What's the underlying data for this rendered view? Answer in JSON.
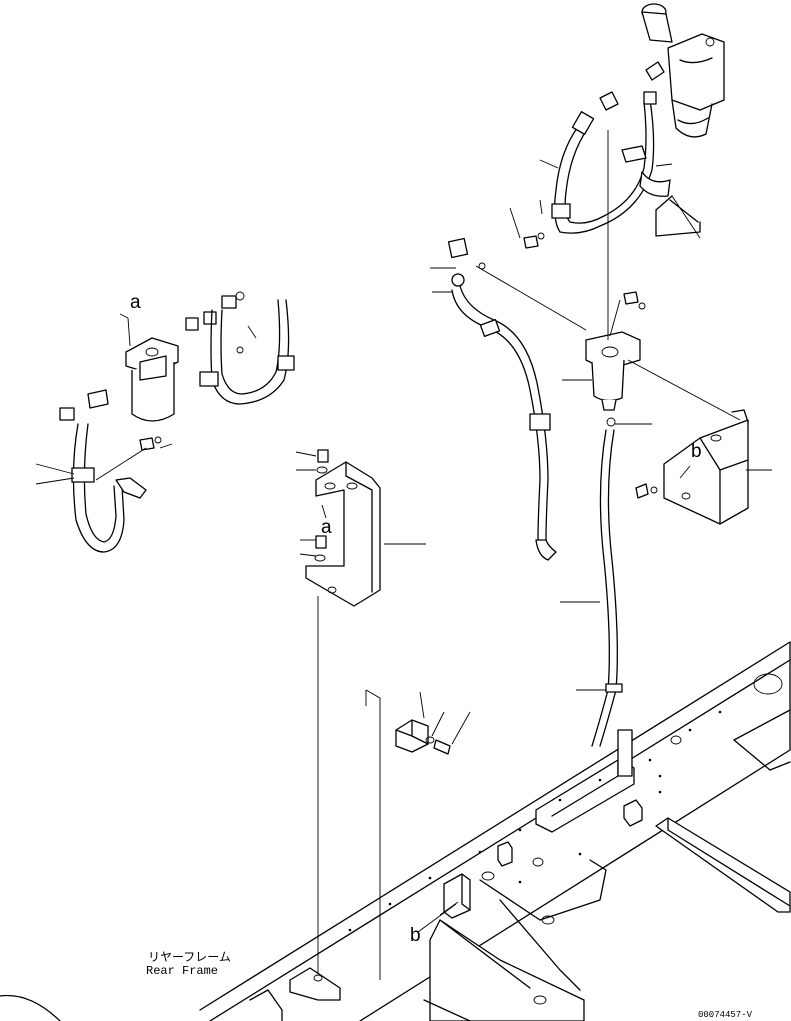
{
  "callouts": {
    "a_left": "a",
    "a_mid": "a",
    "b_right": "b",
    "b_bottom": "b"
  },
  "frame_label": {
    "japanese": "リヤーフレーム",
    "english": "Rear Frame"
  },
  "drawing_number": "00074457-V"
}
